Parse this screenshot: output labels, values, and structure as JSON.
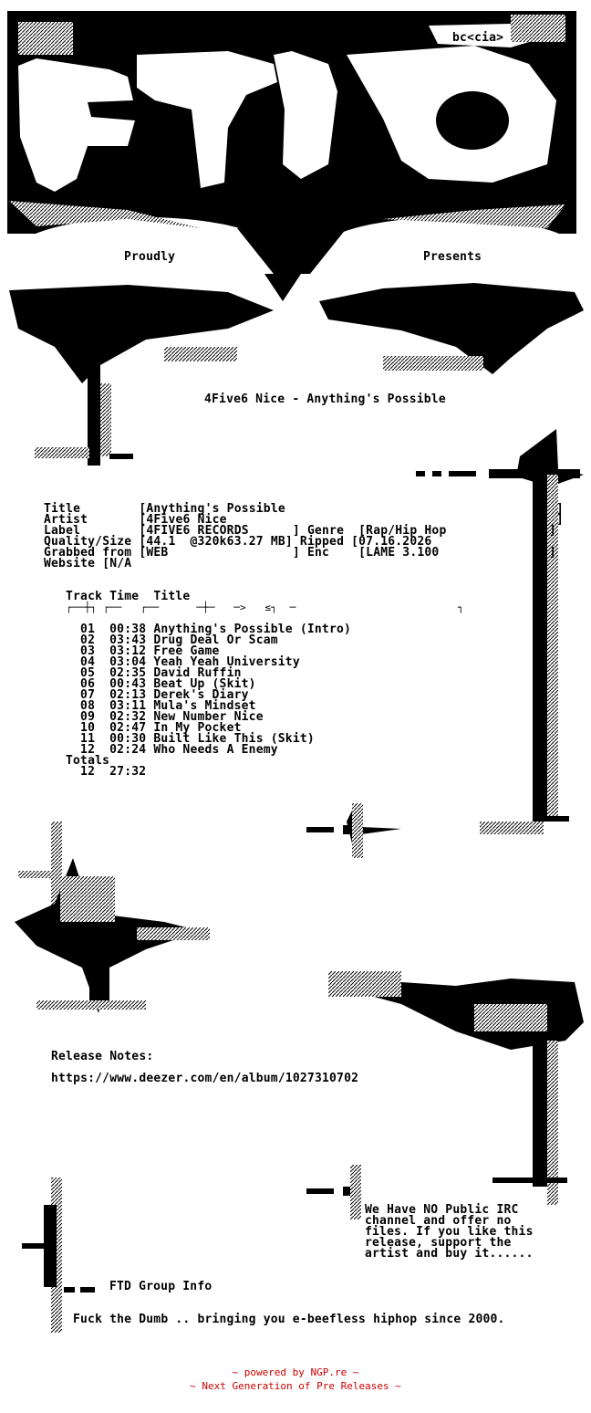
{
  "header": {
    "tag": "bc<cia>",
    "proudly": "Proudly",
    "presents": "Presents",
    "release_title": "4Five6 Nice - Anything's Possible"
  },
  "info": {
    "lines": [
      "Title        [Anything's Possible                                     ]",
      "Artist       [4Five6 Nice                                             ]",
      "Label        [4FIVE6 RECORDS      ] Genre  [Rap/Hip Hop              ]",
      "Quality/Size [44.1  @320k63.27 MB] Ripped [07.16.2026               ]",
      "Grabbed from [WEB                 ] Enc    [LAME 3.100               ]",
      "Website [N/A                                                               ]"
    ]
  },
  "tracklist": {
    "header": "Track Time  Title",
    "rule": "┌──┼┐ ┌──   ┌──      ─┼─   ─>   ≤┐  ─                          ┐",
    "tracks": [
      "  01  00:38 Anything's Possible (Intro)",
      "  02  03:43 Drug Deal Or Scam",
      "  03  03:12 Free Game",
      "  04  03:04 Yeah Yeah University",
      "  05  02:35 David Ruffin",
      "  06  00:43 Beat Up (Skit)",
      "  07  02:13 Derek's Diary",
      "  08  03:11 Mula's Mindset",
      "  09  02:32 New Number Nice",
      "  10  02:47 In My Pocket",
      "  11  00:30 Built Like This (Skit)",
      "  12  02:24 Who Needs A Enemy"
    ],
    "totals_label": "Totals",
    "totals_value": "  12  27:32"
  },
  "notes": {
    "label": "Release Notes:",
    "url": "https://www.deezer.com/en/album/1027310702"
  },
  "support": {
    "lines": [
      "We Have NO Public IRC",
      "channel and offer no",
      "files. If you like this",
      "release, support the",
      "artist and buy it......"
    ]
  },
  "group": {
    "title": "FTD Group Info",
    "slogan": "Fuck the Dumb .. bringing you e-beefless hiphop since 2000."
  },
  "footer": {
    "line1": "~ powered by NGP.re ~",
    "line2": "~ Next Generation of Pre Releases ~"
  },
  "colors": {
    "ink": "#000000",
    "footer": "#cc0000",
    "background": "#ffffff"
  }
}
